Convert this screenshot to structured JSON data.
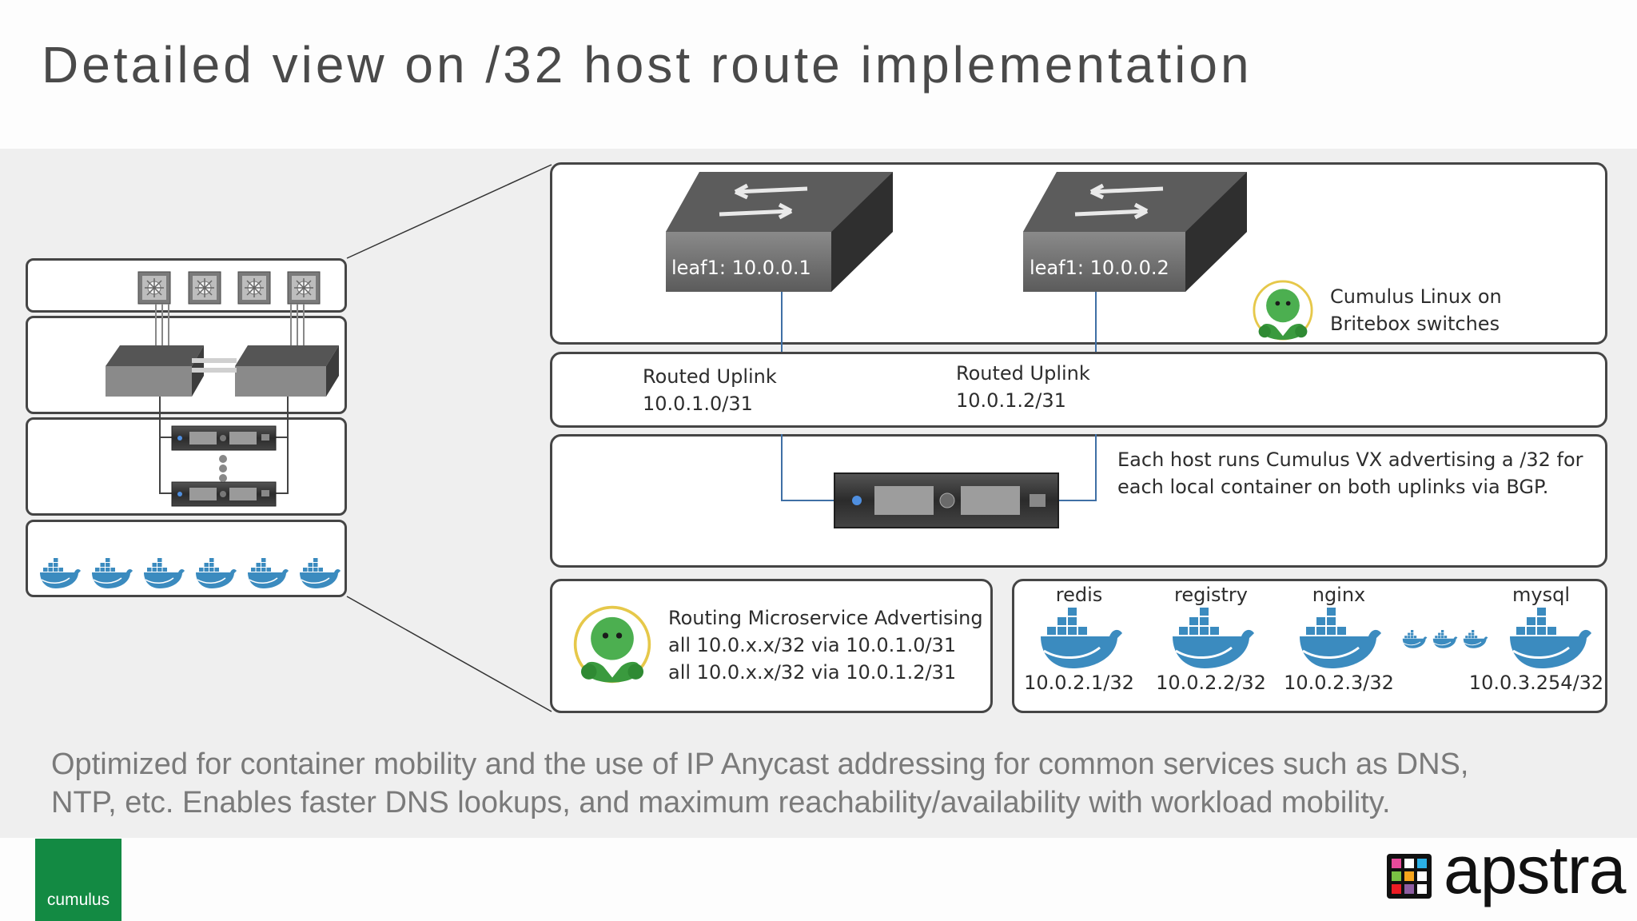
{
  "title": "Detailed view on /32 host route implementation",
  "switches": [
    {
      "label": "leaf1: 10.0.0.1"
    },
    {
      "label": "leaf1: 10.0.0.2"
    }
  ],
  "cumulus_note": {
    "line1": "Cumulus Linux on",
    "line2": "Britebox switches"
  },
  "uplinks": [
    {
      "line1": "Routed Uplink",
      "line2": "10.0.1.0/31"
    },
    {
      "line1": "Routed Uplink",
      "line2": "10.0.1.2/31"
    }
  ],
  "host_note": {
    "line1": "Each host runs Cumulus VX advertising a /32 for",
    "line2": "each local container on both uplinks via BGP."
  },
  "routing": {
    "line1": "Routing Microservice Advertising",
    "line2": "all 10.0.x.x/32 via 10.0.1.0/31",
    "line3": "all 10.0.x.x/32 via 10.0.1.2/31"
  },
  "containers": [
    {
      "name": "redis",
      "ip": "10.0.2.1/32"
    },
    {
      "name": "registry",
      "ip": "10.0.2.2/32"
    },
    {
      "name": "nginx",
      "ip": "10.0.2.3/32"
    },
    {
      "name": "mysql",
      "ip": "10.0.3.254/32"
    }
  ],
  "caption": {
    "line1": "Optimized for container mobility and the use of IP Anycast addressing for common services such as DNS,",
    "line2": "NTP, etc.  Enables faster DNS lookups, and maximum reachability/availability with workload mobility."
  },
  "logos": {
    "cumulus": "cumulus",
    "apstra": "apstra"
  },
  "colors": {
    "docker_blue": "#3b8bbf",
    "cumulus_green": "#138a43",
    "line_blue": "#3f6fa5"
  }
}
